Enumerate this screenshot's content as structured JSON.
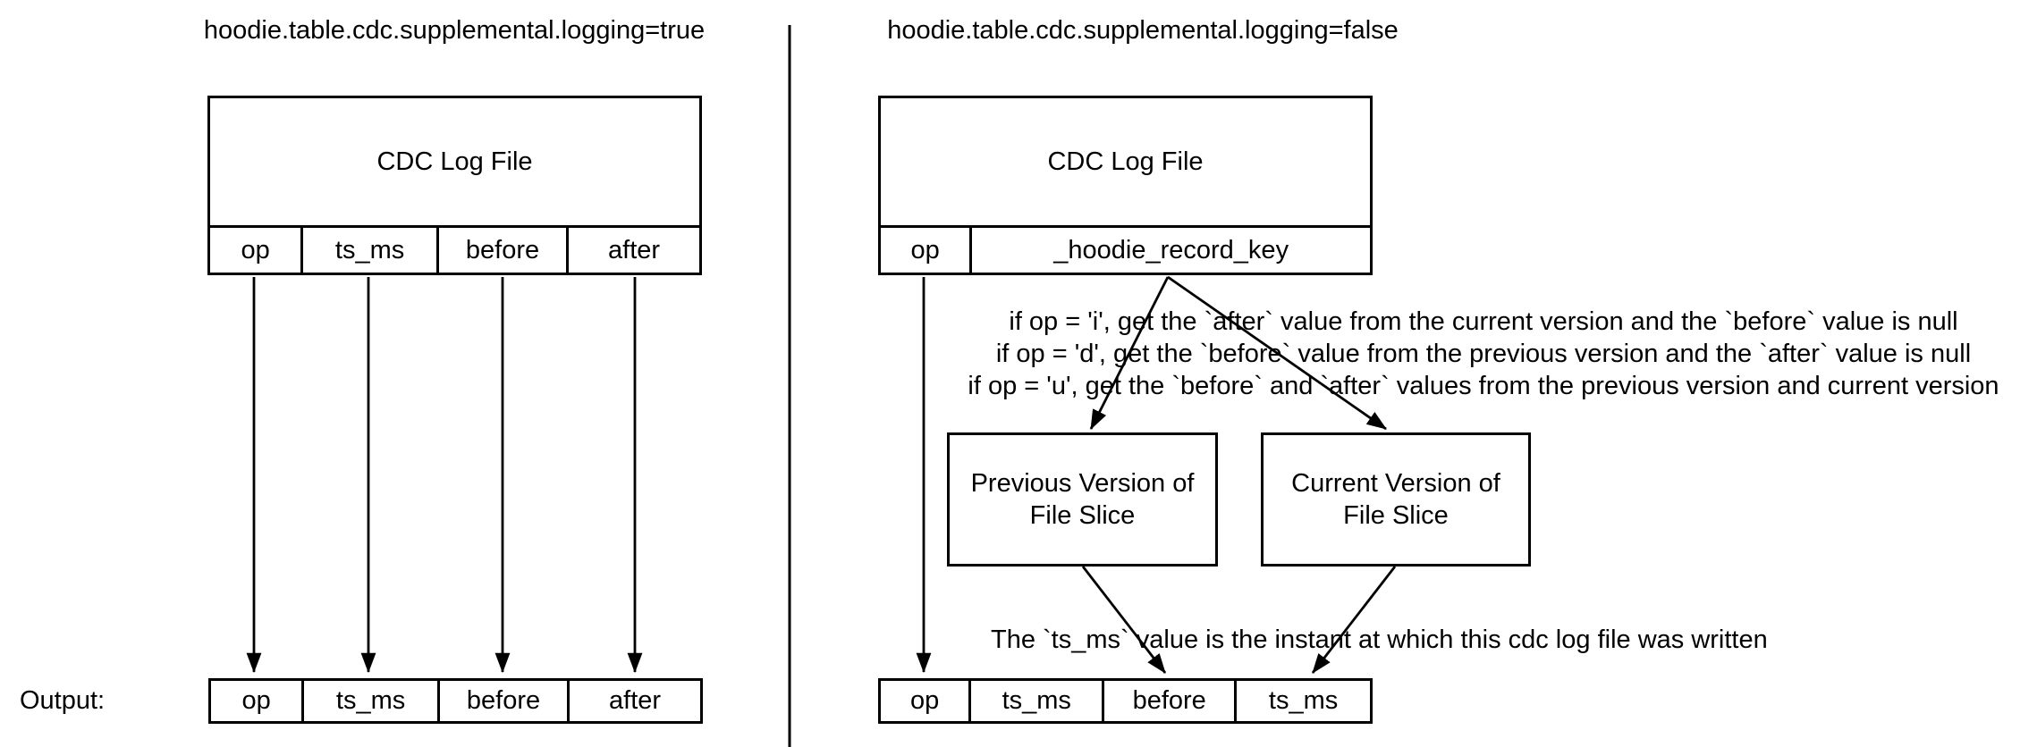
{
  "colors": {
    "ink": "#000000",
    "background": "#ffffff"
  },
  "left_panel": {
    "title": "hoodie.table.cdc.supplemental.logging=true",
    "log_file": {
      "title": "CDC Log File",
      "columns": [
        "op",
        "ts_ms",
        "before",
        "after"
      ]
    },
    "output_label": "Output:",
    "output_columns": [
      "op",
      "ts_ms",
      "before",
      "after"
    ]
  },
  "right_panel": {
    "title": "hoodie.table.cdc.supplemental.logging=false",
    "log_file": {
      "title": "CDC Log File",
      "columns": [
        "op",
        "_hoodie_record_key"
      ]
    },
    "conditions": [
      "if op = 'i', get the `after` value from the current version and the `before` value is null",
      "if op = 'd', get the `before` value from the previous version and the `after` value is null",
      "if op = 'u', get the `before` and `after` values from the previous version and current version"
    ],
    "previous_box_label": "Previous Version of File Slice",
    "current_box_label": "Current Version of File Slice",
    "note": "The `ts_ms` value is the instant at which this cdc log file was written",
    "output_columns": [
      "op",
      "ts_ms",
      "before",
      "ts_ms"
    ]
  }
}
